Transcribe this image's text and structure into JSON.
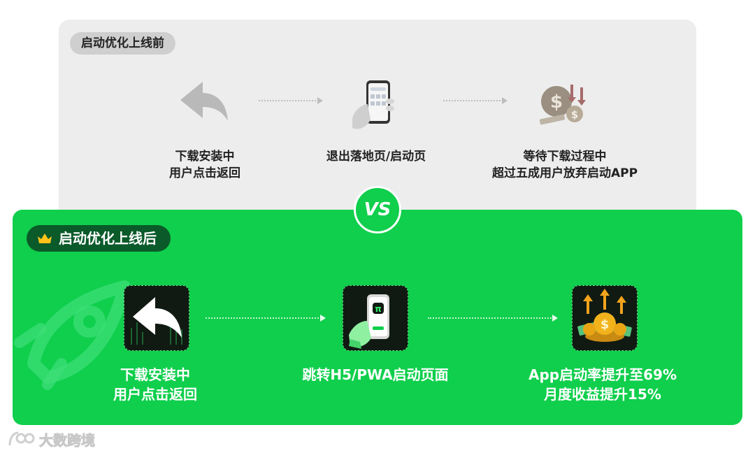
{
  "before": {
    "tag": "启动优化上线前",
    "steps": [
      {
        "line1": "下载安装中",
        "line2": "用户点击返回",
        "icon": "reply-arrow-icon"
      },
      {
        "line1": "退出落地页/启动页",
        "line2": "",
        "icon": "hand-phone-icon"
      },
      {
        "line1": "等待下载过程中",
        "line2": "超过五成用户放弃启动APP",
        "icon": "money-drop-icon"
      }
    ]
  },
  "vs": "VS",
  "after": {
    "tag": "启动优化上线后",
    "steps": [
      {
        "line1": "下载安装中",
        "line2": "用户点击返回",
        "icon": "reply-arrow-icon"
      },
      {
        "line1": "跳转H5/PWA启动页面",
        "line2": "",
        "icon": "hand-phone-icon"
      },
      {
        "line1": "App启动率提升至69%",
        "line2": "月度收益提升15%",
        "icon": "coins-up-icon"
      }
    ]
  },
  "watermark": "大数跨境",
  "colors": {
    "accent_green": "#0fcf4c",
    "dark_green": "#0a5a2a",
    "before_bg": "#ededed"
  }
}
